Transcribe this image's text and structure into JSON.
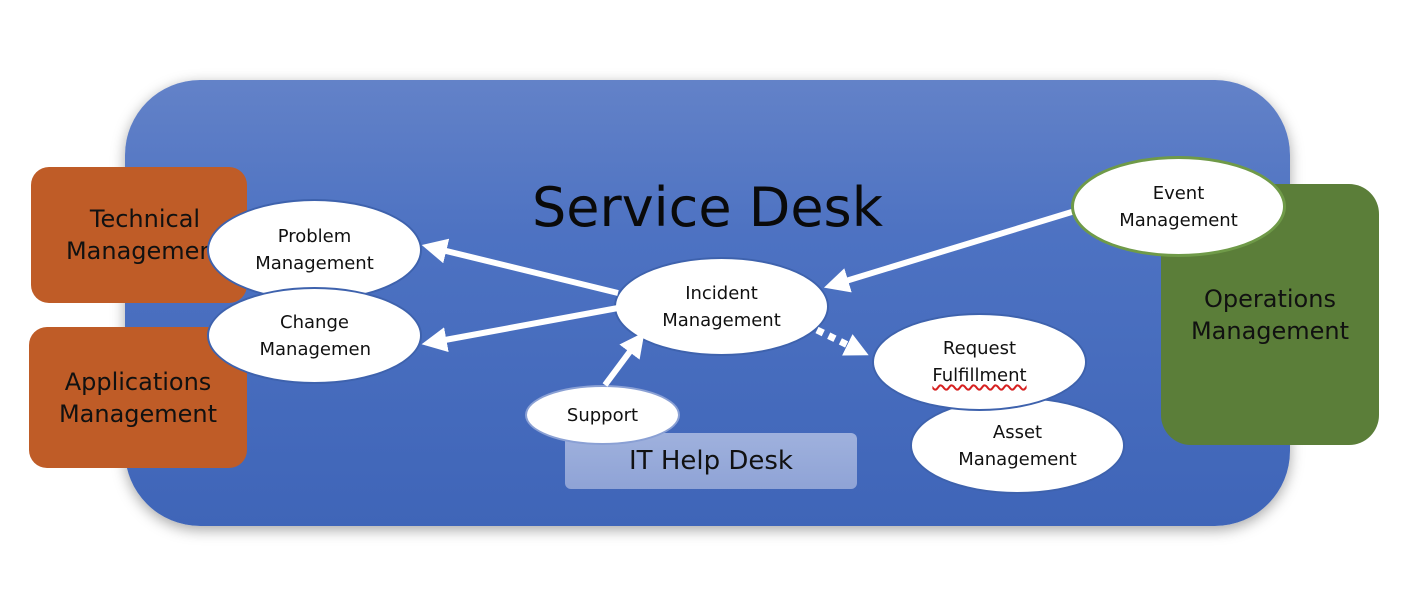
{
  "diagram": {
    "title": "Service Desk",
    "sub_panel": "IT Help Desk",
    "side_boxes": {
      "technical": [
        "Technical",
        "Management"
      ],
      "applications": [
        "Applications",
        "Management"
      ],
      "operations": [
        "Operations",
        "Management"
      ]
    },
    "processes": {
      "problem": [
        "Problem",
        "Management"
      ],
      "change": [
        "Change",
        "Management"
      ],
      "incident": [
        "Incident",
        "Management"
      ],
      "support": "Support",
      "request": [
        "Request",
        "Fulfillment"
      ],
      "asset": [
        "Asset",
        "Management"
      ],
      "event": [
        "Event",
        "Management"
      ]
    },
    "colors": {
      "panel": "#4d72c2",
      "orange_box": "#bf5c27",
      "green_box": "#5b7e39",
      "help_desk_bar": "#9fb1dd",
      "ellipse_fill": "#ffffff",
      "arrow": "#ffffff",
      "spellcheck_underline": "#d62020"
    }
  }
}
